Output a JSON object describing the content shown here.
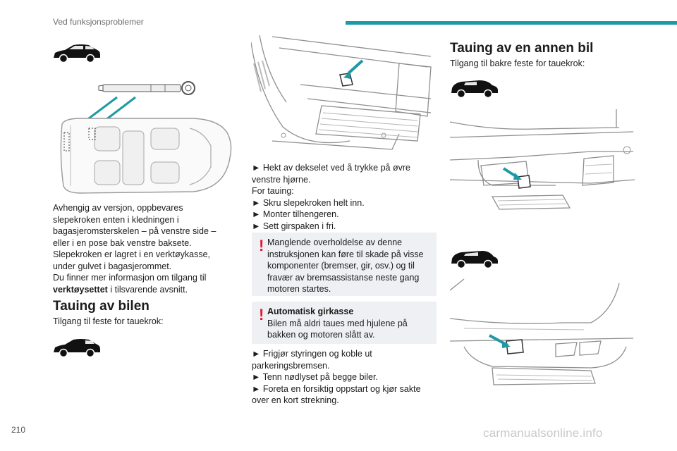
{
  "header": {
    "title": "Ved funksjonsproblemer",
    "accent_color": "#1e9aa6"
  },
  "page_number": "210",
  "watermark": "carmanualsonline.info",
  "left": {
    "paragraph1": "Avhengig av versjon, oppbevares slepekroken enten i kledningen i bagasjeromsterskelen – på venstre side – eller i en pose bak venstre baksete.",
    "paragraph2": "Slepekroken er lagret i en verktøykasse, under gulvet i bagasjerommet.",
    "paragraph3_pre": "Du finner mer informasjon om tilgang til",
    "paragraph3_bold": "verktøysettet",
    "paragraph3_post": "i tilsvarende avsnitt.",
    "section_title": "Tauing av bilen",
    "section_intro": "Tilgang til feste for tauekrok:"
  },
  "middle": {
    "step1": "► Hekt av dekselet ved å trykke på øvre venstre hjørne.",
    "for_towing": "For tauing:",
    "step2": "► Skru slepekroken helt inn.",
    "step3": "► Monter tilhengeren.",
    "step4": "► Sett girspaken i fri.",
    "warning1": "Manglende overholdelse av denne instruksjonen kan føre til skade på visse komponenter (bremser, gir, osv.) og til fravær av bremsassistanse neste gang motoren startes.",
    "warning2_title": "Automatisk girkasse",
    "warning2_text": "Bilen må aldri taues med hjulene på bakken og motoren slått av.",
    "step5": "► Frigjør styringen og koble ut parkeringsbremsen.",
    "step6": "► Tenn nødlyset på begge biler.",
    "step7": "► Foreta en forsiktig oppstart og kjør sakte over en kort strekning.",
    "warning_color": "#e3172d"
  },
  "right": {
    "section_title": "Tauing av en annen bil",
    "section_intro": "Tilgang til bakre feste for tauekrok:"
  }
}
